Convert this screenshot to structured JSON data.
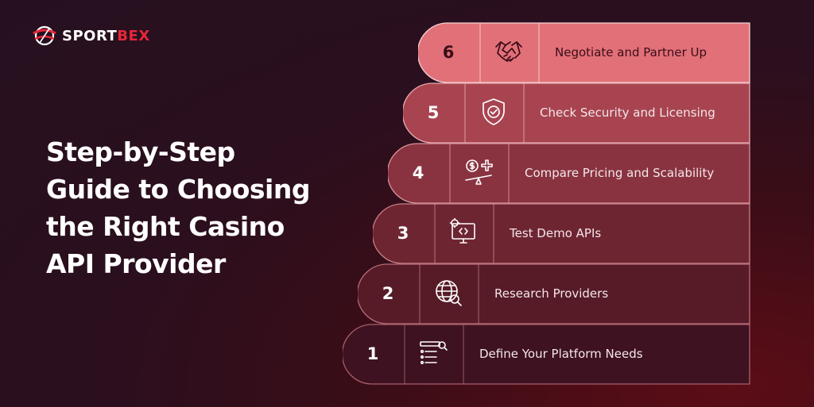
{
  "brand": {
    "name_part1": "SPORT",
    "name_part2": "BEX",
    "accent": "#e8263a"
  },
  "headline": {
    "lines": [
      "Step-by-Step",
      "Guide to Choosing",
      "the Right Casino",
      "API Provider"
    ]
  },
  "steps": [
    {
      "number": "1",
      "label": "Define Your Platform Needs",
      "icon": "checklist-search-icon"
    },
    {
      "number": "2",
      "label": "Research Providers",
      "icon": "globe-search-icon"
    },
    {
      "number": "3",
      "label": "Test Demo APIs",
      "icon": "monitor-code-icon"
    },
    {
      "number": "4",
      "label": "Compare Pricing and Scalability",
      "icon": "balance-dollar-icon"
    },
    {
      "number": "5",
      "label": "Check Security and Licensing",
      "icon": "shield-check-icon"
    },
    {
      "number": "6",
      "label": "Negotiate and Partner Up",
      "icon": "handshake-icon"
    }
  ],
  "colors": {
    "step_top": "#e6737b",
    "step_bottom": "#3a0d18"
  }
}
